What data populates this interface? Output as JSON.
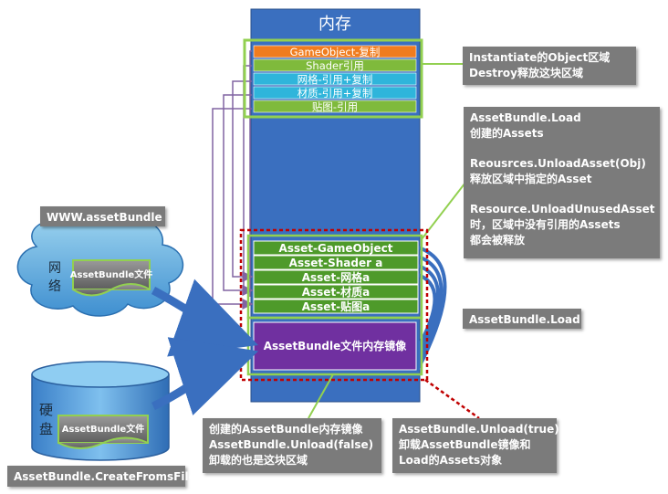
{
  "memory": {
    "title": "内存",
    "top_rows": [
      {
        "label": "GameObject-复制",
        "color": "#f07c1e"
      },
      {
        "label": "Shader引用",
        "color": "#7fba3c"
      },
      {
        "label": "网格-引用+复制",
        "color": "#2fb5db"
      },
      {
        "label": "材质-引用+复制",
        "color": "#2fb5db"
      },
      {
        "label": "贴图-引用",
        "color": "#7fba3c"
      }
    ],
    "asset_rows": [
      "Asset-GameObject",
      "Asset-Shader a",
      "Asset-网格a",
      "Asset-材质a",
      "Asset-贴图a"
    ],
    "mirror_label": "AssetBundle文件内存镜像"
  },
  "network": {
    "label": "网络",
    "file_label": "AssetBundle文件"
  },
  "disk": {
    "label": "硬盘",
    "file_label": "AssetBundle文件"
  },
  "callouts": {
    "instantiate": [
      "Instantiate的Object区域",
      "Destroy释放这块区域"
    ],
    "load": {
      "block1": [
        "AssetBundle.Load",
        "创建的Assets"
      ],
      "block2": [
        "Reousrces.UnloadAsset(Obj)",
        "释放区域中指定的Asset"
      ],
      "block3": [
        "Resource.UnloadUnusedAsset",
        "时，区域中没有引用的Assets",
        "都会被释放"
      ]
    },
    "www": "WWW.assetBundle",
    "ab_load": "AssetBundle.Load",
    "create_from_file": "AssetBundle.CreateFromsFile",
    "unload_false": [
      "创建的AssetBundle内存镜像",
      "AssetBundle.Unload(false)",
      "卸载的也是这块区域"
    ],
    "unload_true": [
      "AssetBundle.Unload(true)",
      "卸载AssetBundle镜像和",
      "Load的Assets对象"
    ]
  },
  "colors": {
    "memory_fill": "#3a6fbf",
    "green_border": "#92d050",
    "asset_green": "#4e9a2a",
    "mirror_purple": "#7030a0",
    "red_dashed": "#c00000",
    "purple_line": "#8064a2",
    "callout_gray": "#7b7b7b"
  }
}
